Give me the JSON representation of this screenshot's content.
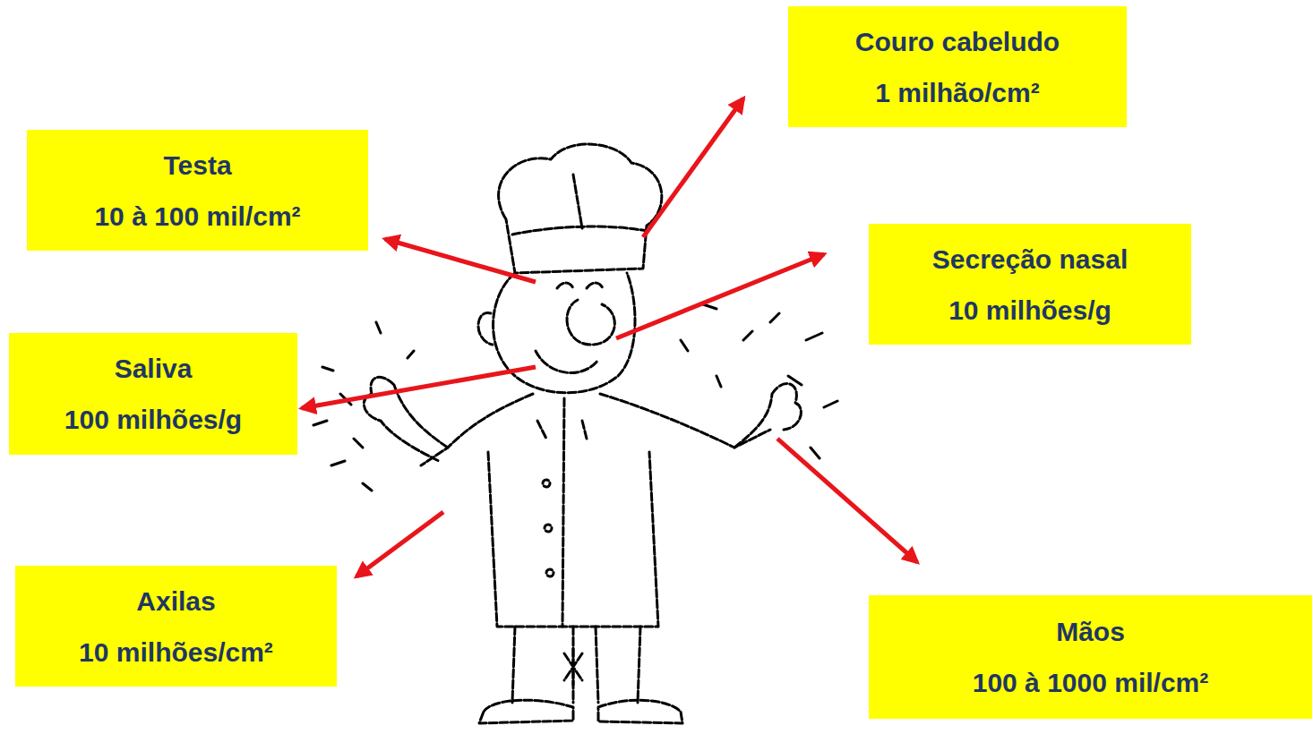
{
  "diagram": {
    "nodes": [
      {
        "text": [
          "Couro cabeludo",
          "1 milhão/cm²"
        ]
      },
      {
        "text": [
          "Testa",
          "10 à 100 mil/cm²"
        ]
      },
      {
        "text": [
          "Secreção nasal",
          "10 milhões/g"
        ]
      },
      {
        "text": [
          "Saliva",
          "100 milhões/g"
        ]
      },
      {
        "text": [
          "Axilas",
          "10 milhões/cm²"
        ]
      },
      {
        "text": [
          "Mãos",
          "100 à 1000 mil/cm²"
        ]
      }
    ]
  }
}
